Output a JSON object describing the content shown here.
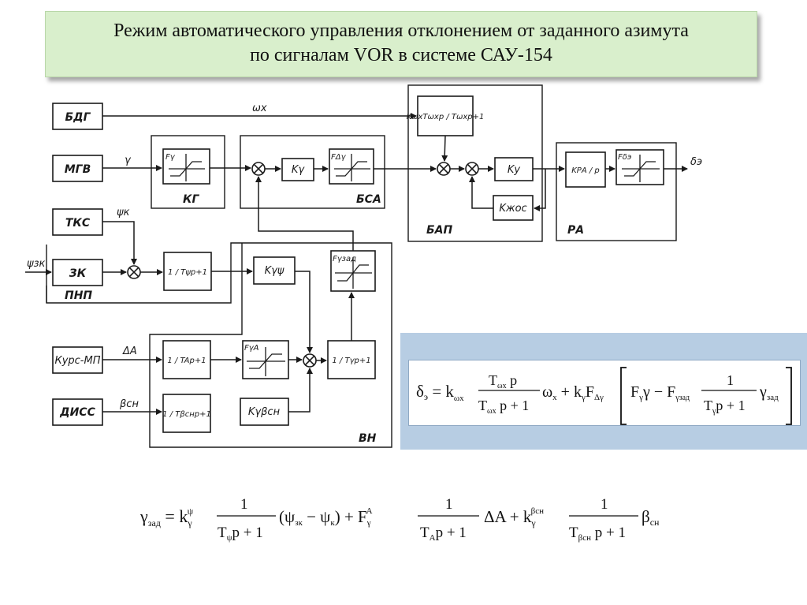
{
  "title": {
    "line1": "Режим автоматического управления отклонением от заданного азимута",
    "line2": "по сигналам VOR в системе САУ-154"
  },
  "blocks": {
    "bdg": "БДГ",
    "mgv": "МГВ",
    "tks": "ТКС",
    "zk": "ЗК",
    "kurs_mp": "Курс-МП",
    "diss": "ДИСС",
    "k_gamma": "Kγ",
    "k_gamma_psi": "Kγψ",
    "k_gamma_beta": "Kγβсн",
    "k_y": "Kу",
    "k_zhos": "Kжос",
    "k_ra_over_p": "KРА / p",
    "washout": "KωxTωxp / Tωxp+1",
    "lag_psi": "1 / Tψp+1",
    "lag_a": "1 / TAp+1",
    "lag_beta": "1 / Tβснp+1",
    "lag_gamma": "1 / Tγp+1",
    "f_gamma": "Fγ",
    "f_delta_gamma": "FΔγ",
    "f_gamma_zad": "Fγзад",
    "f_gamma_a": "FγA",
    "f_delta_e": "Fδэ"
  },
  "group_labels": {
    "kg": "КГ",
    "bsa": "БСА",
    "bap": "БАП",
    "ra": "РА",
    "pnp": "ПНП",
    "vn": "ВН"
  },
  "signals": {
    "omega_x": "ωx",
    "gamma": "γ",
    "psi_k": "ψк",
    "psi_zk": "ψзк",
    "delta_a": "ΔA",
    "beta_sn": "βсн",
    "delta_e": "δэ"
  },
  "formulas": {
    "delta_e": "δэ = kωx · Tωx p / (Tωx p + 1) · ωx + kγ FΔγ [ Fγ γ − Fγзад · 1/(Tγ p + 1) · γзад ]",
    "gamma_zad": "γзад = kγψ · 1/(Tψ p + 1) · (ψзк − ψк) + FγA · 1/(TA p + 1) · ΔA + kγβсн · 1/(Tβсн p + 1) · βсн"
  }
}
